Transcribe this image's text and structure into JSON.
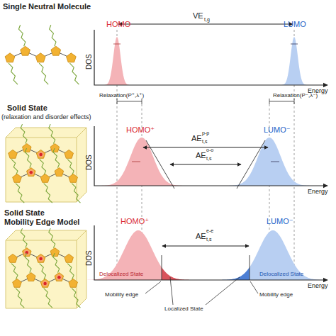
{
  "diagram": {
    "labels": [
      "Single Neutral Molecule",
      "DOS",
      "HOMO",
      "LUMO",
      "VE",
      "t,g",
      "Energy",
      "Solid State",
      "(relaxation and disorder effects)",
      "Relaxation(P⁺,λ⁺)",
      "Relaxation(P⁻,λ⁻)",
      "DOS",
      "HOMO⁺",
      "LUMO⁻",
      "AE",
      "p-p",
      "t,s",
      "AE",
      "o-o",
      "t,s",
      "Energy",
      "Solid State",
      "Mobility Edge Model",
      "DOS",
      "HOMO⁺",
      "LUMO⁻",
      "AE",
      "e-e",
      "t,s",
      "Delocalized State",
      "Delocalized State",
      "Mobility edge",
      "Localized State",
      "Mobility edge",
      "Energy"
    ]
  }
}
